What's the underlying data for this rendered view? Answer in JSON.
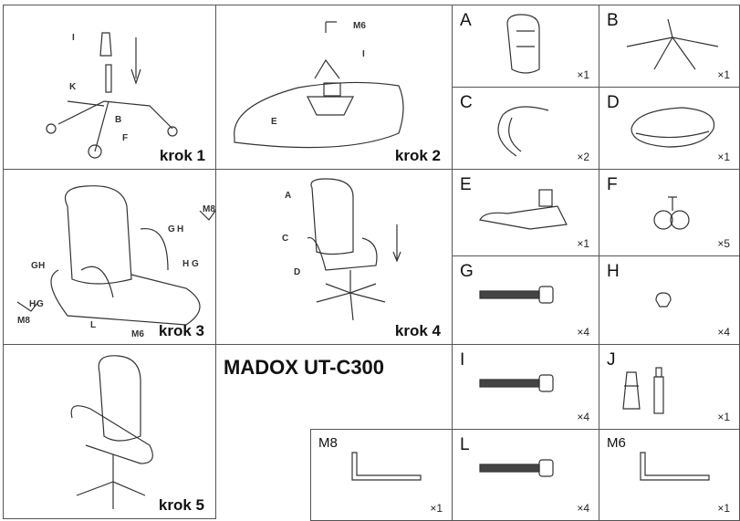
{
  "title": "MADOX UT-C300",
  "steps": [
    {
      "label": "krok 1",
      "callouts": [
        "I",
        "K",
        "B",
        "F"
      ]
    },
    {
      "label": "krok 2",
      "callouts": [
        "M6",
        "I",
        "E"
      ]
    },
    {
      "label": "krok 3",
      "callouts": [
        "M8",
        "G",
        "H",
        "H",
        "G",
        "G",
        "H",
        "H",
        "G",
        "M8",
        "L",
        "M6"
      ]
    },
    {
      "label": "krok 4",
      "callouts": [
        "A",
        "C",
        "D"
      ]
    },
    {
      "label": "krok 5",
      "callouts": []
    }
  ],
  "parts": [
    {
      "id": "A",
      "qty": "×1"
    },
    {
      "id": "B",
      "qty": "×1"
    },
    {
      "id": "C",
      "qty": "×2"
    },
    {
      "id": "D",
      "qty": "×1"
    },
    {
      "id": "E",
      "qty": "×1"
    },
    {
      "id": "F",
      "qty": "×5"
    },
    {
      "id": "G",
      "qty": "×4"
    },
    {
      "id": "H",
      "qty": "×4"
    },
    {
      "id": "I",
      "qty": "×4"
    },
    {
      "id": "J",
      "qty": "×1"
    },
    {
      "id": "M8",
      "qty": "×1"
    },
    {
      "id": "L",
      "qty": "×4"
    },
    {
      "id": "M6",
      "qty": "×1"
    }
  ]
}
